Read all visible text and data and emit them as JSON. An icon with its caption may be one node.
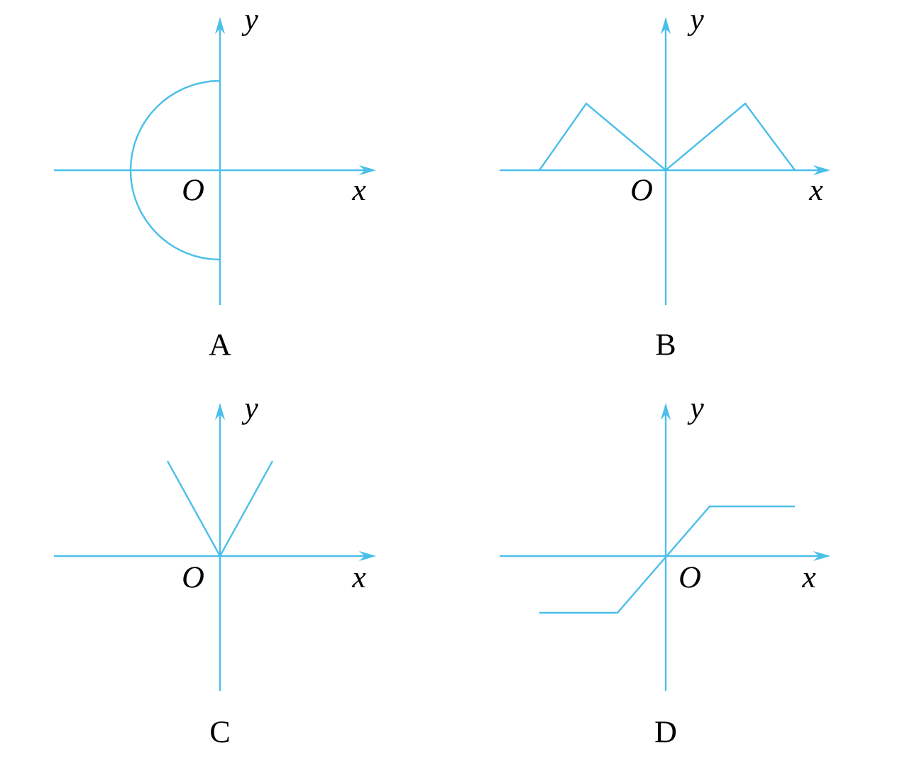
{
  "diagram": {
    "labels": [
      "y",
      "y",
      "O",
      "x",
      "O",
      "x",
      "A",
      "B",
      "y",
      "y",
      "O",
      "x",
      "O",
      "x",
      "C",
      "D"
    ]
  }
}
